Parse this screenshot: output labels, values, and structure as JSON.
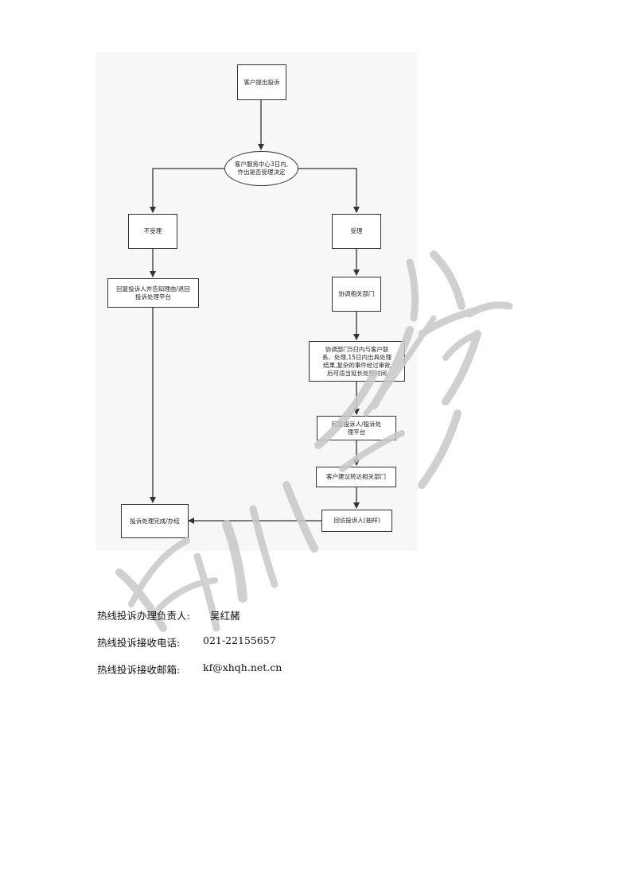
{
  "flowchart": {
    "nodes": {
      "start": "客户提出投诉",
      "decision_line1": "客户服务中心3日内,",
      "decision_line2": "作出是否受理决定",
      "reject": "不受理",
      "accept": "受理",
      "reply_reject_line1": "回复投诉人并告知理由/退回",
      "reply_reject_line2": "投诉处理平台",
      "coordinate": "协调相关部门",
      "dept_process_line1": "协调部门5日内与客户联",
      "dept_process_line2": "系、处理,15日内出具处理",
      "dept_process_line3": "结果,复杂的事件经过审批",
      "dept_process_line4": "后可适当延长处理时间",
      "reply_accept_line1": "回复投诉人/投诉处",
      "reply_accept_line2": "理平台",
      "suggestion": "客户建议转达相关部门",
      "followup": "回访投诉人(抽样)",
      "complete": "投诉处理完成/办结"
    }
  },
  "contacts": [
    {
      "label": "热线投诉办理负责人:",
      "value": "吴红赭"
    },
    {
      "label": "热线投诉接收电话:",
      "value": "021-22155657"
    },
    {
      "label": "热线投诉接收邮箱:",
      "value": "kf@xhqh.net.cn"
    }
  ],
  "colors": {
    "line": "#333333",
    "panel": "#f7f7f7",
    "watermark": "#c8c8c8"
  }
}
